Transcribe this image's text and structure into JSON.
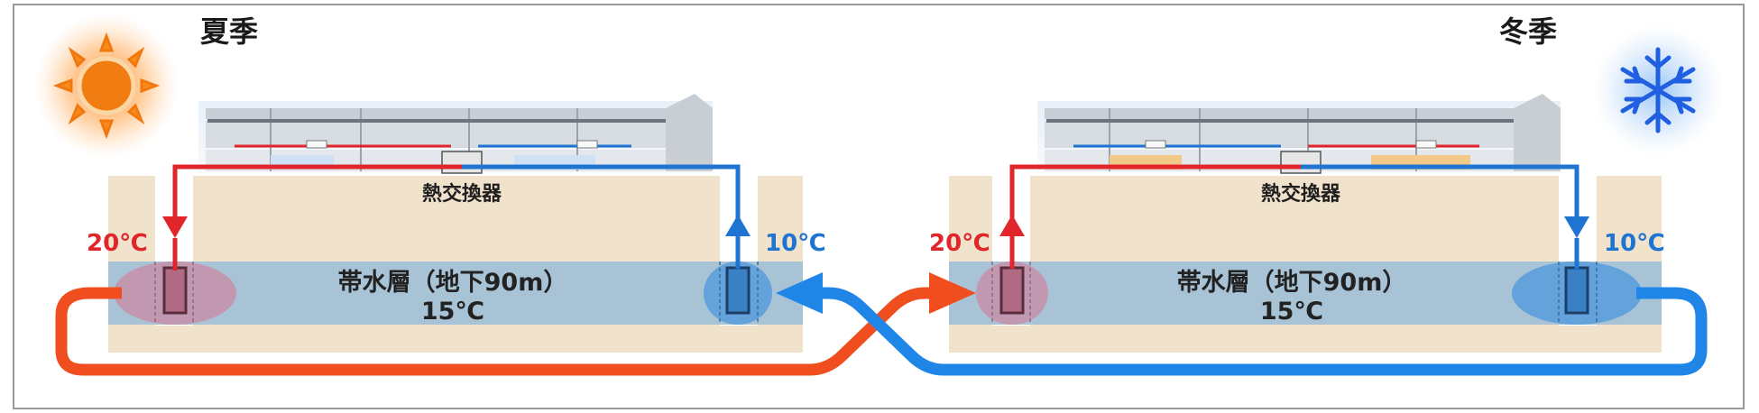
{
  "summer": {
    "title": "夏季",
    "heat_exchanger": "熱交換器",
    "aquifer": "帯水層（地下90m）",
    "aquifer_temp": "15℃",
    "warm_well_temp": "20℃",
    "cold_well_temp": "10℃",
    "icon": "sun-icon"
  },
  "winter": {
    "title": "冬季",
    "heat_exchanger": "熱交換器",
    "aquifer": "帯水層（地下90m）",
    "aquifer_temp": "15℃",
    "warm_well_temp": "20℃",
    "cold_well_temp": "10℃",
    "icon": "snowflake-icon"
  },
  "colors": {
    "warm": "#e0262b",
    "warm_flow": "#f04e1e",
    "cold": "#1f74d2",
    "cold_flow": "#1f86e8",
    "ground": "#f1e2cc",
    "aquifer": "#a9c3d6"
  }
}
